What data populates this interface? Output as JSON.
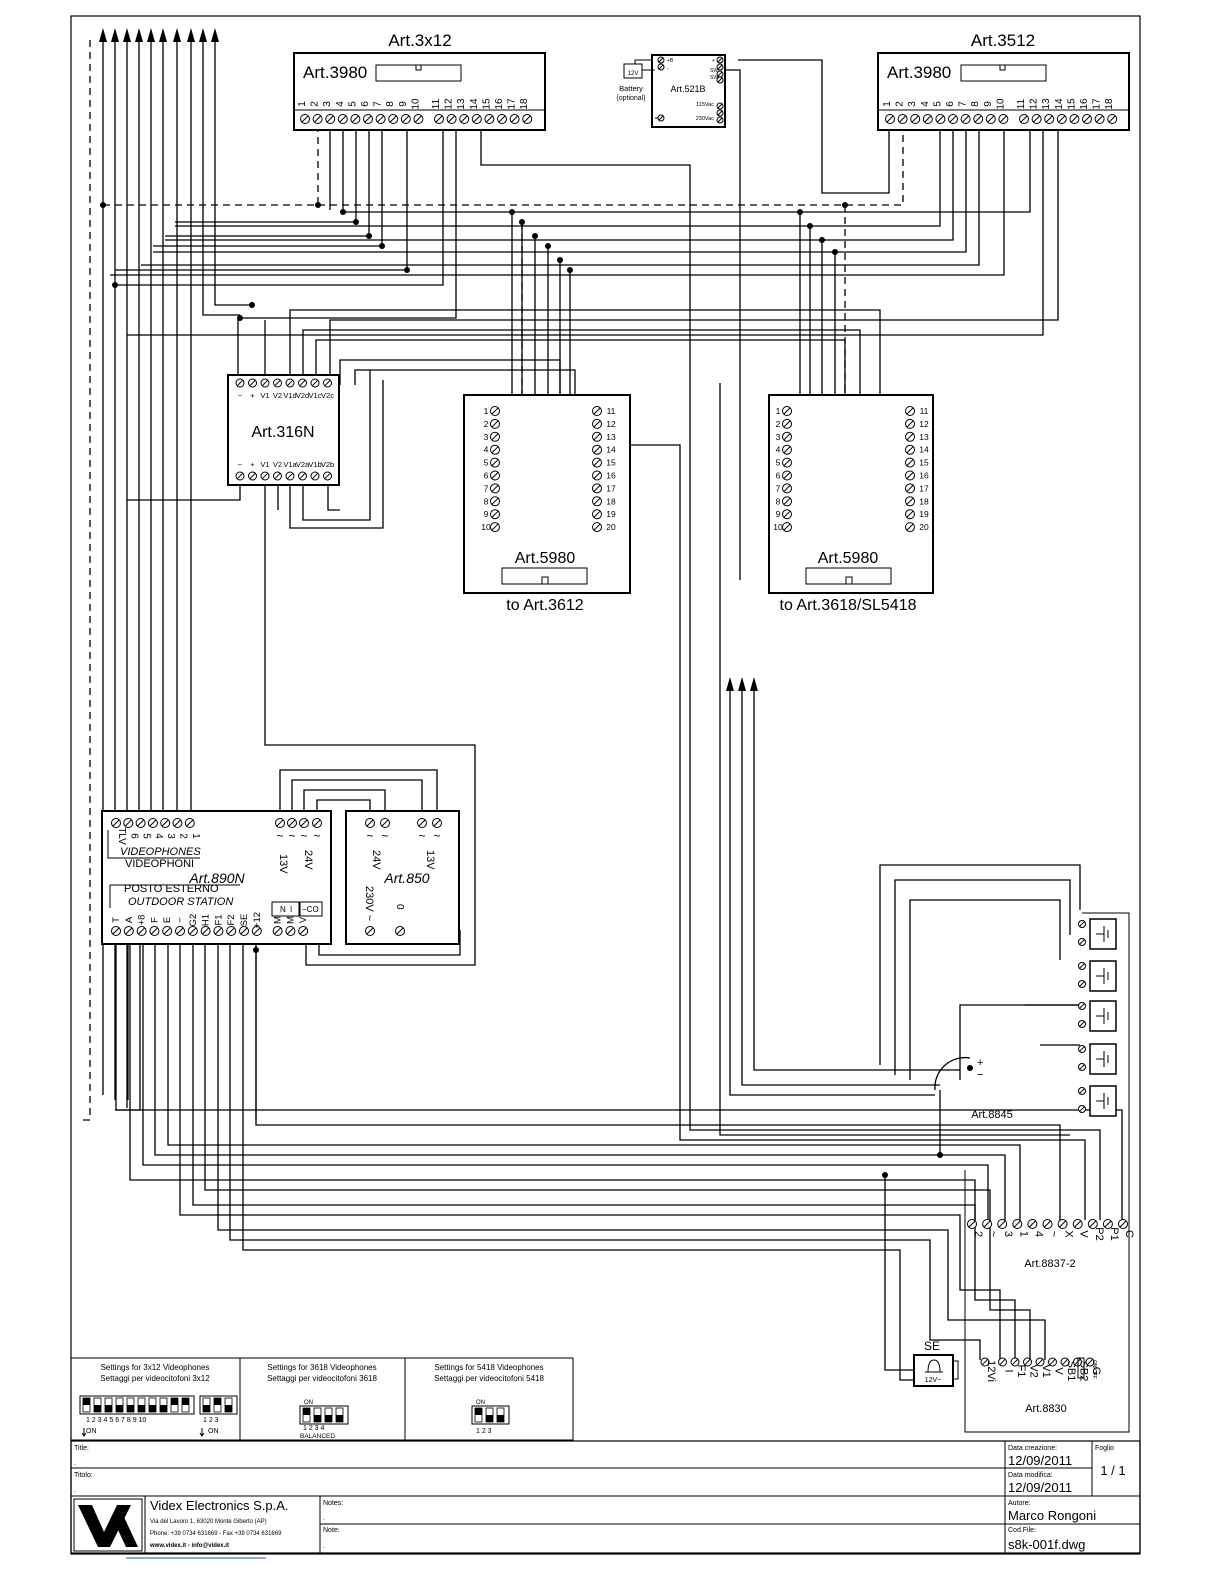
{
  "top_modules": {
    "left_caption": "Art.3x12",
    "right_caption": "Art.3512",
    "left_model": "Art.3980",
    "right_model": "Art.3980",
    "terminals": [
      "1",
      "2",
      "3",
      "4",
      "5",
      "6",
      "7",
      "8",
      "9",
      "10",
      "11",
      "12",
      "13",
      "14",
      "15",
      "16",
      "17",
      "18"
    ]
  },
  "power": {
    "model": "Art.521B",
    "battery": "Battery",
    "battery_note": "(optional)",
    "battery_voltage": "12V",
    "in_115": "115Vac",
    "in_230": "230Vac",
    "small_labels": [
      "+B",
      "-",
      "+",
      "SW",
      "SW"
    ]
  },
  "distributor": {
    "model": "Art.316N",
    "top_terms": [
      "−",
      "+",
      "V1",
      "V2",
      "V1d",
      "V2d",
      "V1c",
      "V2c"
    ],
    "bottom_terms": [
      "−",
      "+",
      "V1",
      "V2",
      "V1a",
      "V2a",
      "V1b",
      "V2b"
    ]
  },
  "interfaces": [
    {
      "model": "Art.5980",
      "caption": "to Art.3612"
    },
    {
      "model": "Art.5980",
      "caption": "to Art.3618/SL5418"
    }
  ],
  "interface_terms_left": [
    "1",
    "2",
    "3",
    "4",
    "5",
    "6",
    "7",
    "8",
    "9",
    "10"
  ],
  "interface_terms_right": [
    "11",
    "12",
    "13",
    "14",
    "15",
    "16",
    "17",
    "18",
    "19",
    "20"
  ],
  "station": {
    "model": "Art.890N",
    "videophones_en": "VIDEOPHONES",
    "videophones_it": "VIDEOPHONI",
    "vid_terms": [
      "TLV",
      "6",
      "5",
      "4",
      "3",
      "2",
      "1"
    ],
    "posto": "POSTO ESTERNO",
    "outdoor": "OUTDOOR STATION",
    "bottom_terms": [
      "T",
      "A",
      "+8",
      "F",
      "E",
      "−",
      "G2",
      "H1",
      "F1",
      "F2",
      "SE",
      "+12",
      "M",
      "M",
      "V"
    ],
    "ac_labels": [
      "13V",
      "24V"
    ],
    "box_labels": [
      "N",
      "I",
      "−CO"
    ]
  },
  "psu": {
    "model": "Art.850",
    "labels": [
      "24V",
      "13V",
      "230V ~",
      "0"
    ]
  },
  "art8845": {
    "model": "Art.8845",
    "plus": "+",
    "minus": "−"
  },
  "art8837": {
    "model": "Art.8837-2",
    "terms": [
      "2",
      "~",
      "3",
      "1",
      "4",
      "~",
      "X",
      "V",
      "P2",
      "P1",
      "C"
    ]
  },
  "art8830": {
    "model": "Art.8830",
    "terms": [
      "12Vi",
      "I",
      "F1",
      "V2",
      "V1",
      "V",
      "SB1",
      "SB2",
      "G"
    ],
    "side_label": "ON/OFF"
  },
  "se": {
    "label": "SE",
    "voltage": "12V~"
  },
  "settings": [
    {
      "en": "Settings for 3x12 Videophones",
      "it": "Settaggi per videocitofoni 3x12",
      "numbers": "1 2 3 4 5 6 7 8 9 10",
      "numbers2": "1 2 3",
      "on": "ON"
    },
    {
      "en": "Settings for 3618 Videophones",
      "it": "Settaggi per videocitofoni 3618",
      "numbers": "1 2 3 4",
      "on": "ON",
      "extra": "BALANCED"
    },
    {
      "en": "Settings for 5418 Videophones",
      "it": "Settaggi per videocitofoni 5418",
      "numbers": "1 2 3",
      "on": "ON"
    }
  ],
  "title_block": {
    "title_label": "Title:",
    "title_value": ".",
    "titolo_label": "Titolo:",
    "titolo_value": ".",
    "company": "Videx Electronics S.p.A.",
    "address": "Via del Lavoro 1, 63020 Monte Giberto (AP)",
    "phone": "Phone: +39 0734 631669 - Fax +39 0734 631669",
    "web": "www.videx.it - info@videx.it",
    "notes_label": "Notes:",
    "notes_value": ".",
    "note_label": "Note:",
    "note_value": ".",
    "created_label": "Data creazione:",
    "created": "12/09/2011",
    "modified_label": "Data modifica:",
    "modified": "12/09/2011",
    "sheet_label": "Foglio",
    "sheet": "1 / 1",
    "author_label": "Autore:",
    "author": "Marco Rongoni",
    "file_label": "Cod.File:",
    "file": "s8k-001f.dwg"
  }
}
